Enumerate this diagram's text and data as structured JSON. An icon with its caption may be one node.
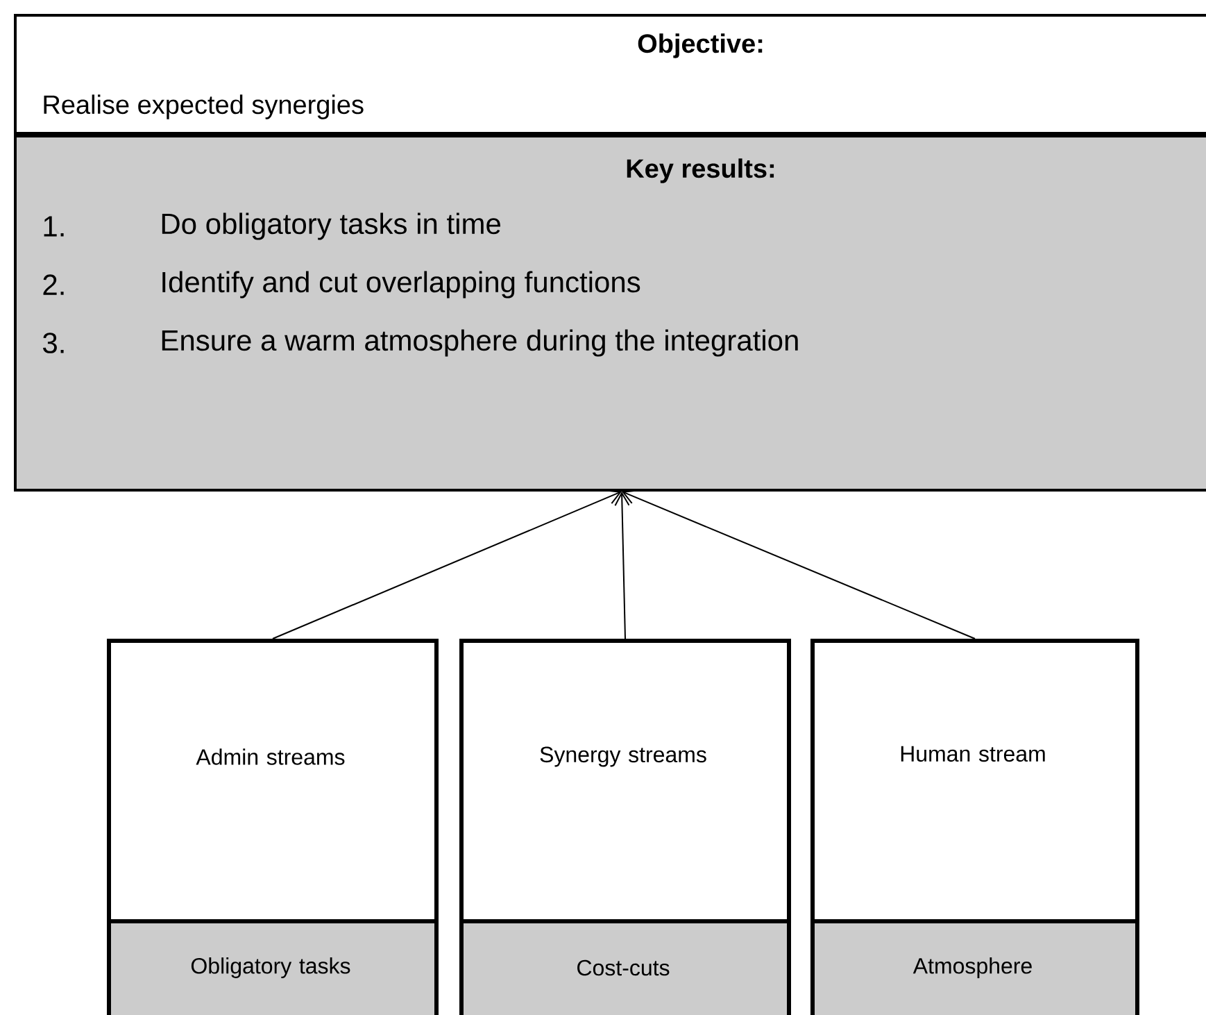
{
  "diagram": {
    "nodes": [
      {
        "text": [
          "Objective:",
          "Realise expected synergies"
        ]
      },
      {
        "text": [
          "Key results:",
          "1.",
          "Do obligatory tasks in time",
          "2.",
          "Identify and cut overlapping functions",
          "3.",
          "Ensure a warm atmosphere during the integration"
        ]
      },
      {
        "text": [
          "Admin streams"
        ]
      },
      {
        "text": [
          "Obligatory tasks"
        ]
      },
      {
        "text": [
          "Synergy streams"
        ]
      },
      {
        "text": [
          "Cost-cuts"
        ]
      },
      {
        "text": [
          "Human stream"
        ]
      },
      {
        "text": [
          "Atmosphere"
        ]
      }
    ],
    "edges": [
      {
        "from": 2,
        "to": 1,
        "arrow": "to"
      },
      {
        "from": 4,
        "to": 1,
        "arrow": "to"
      },
      {
        "from": 6,
        "to": 1,
        "arrow": "to"
      }
    ]
  }
}
